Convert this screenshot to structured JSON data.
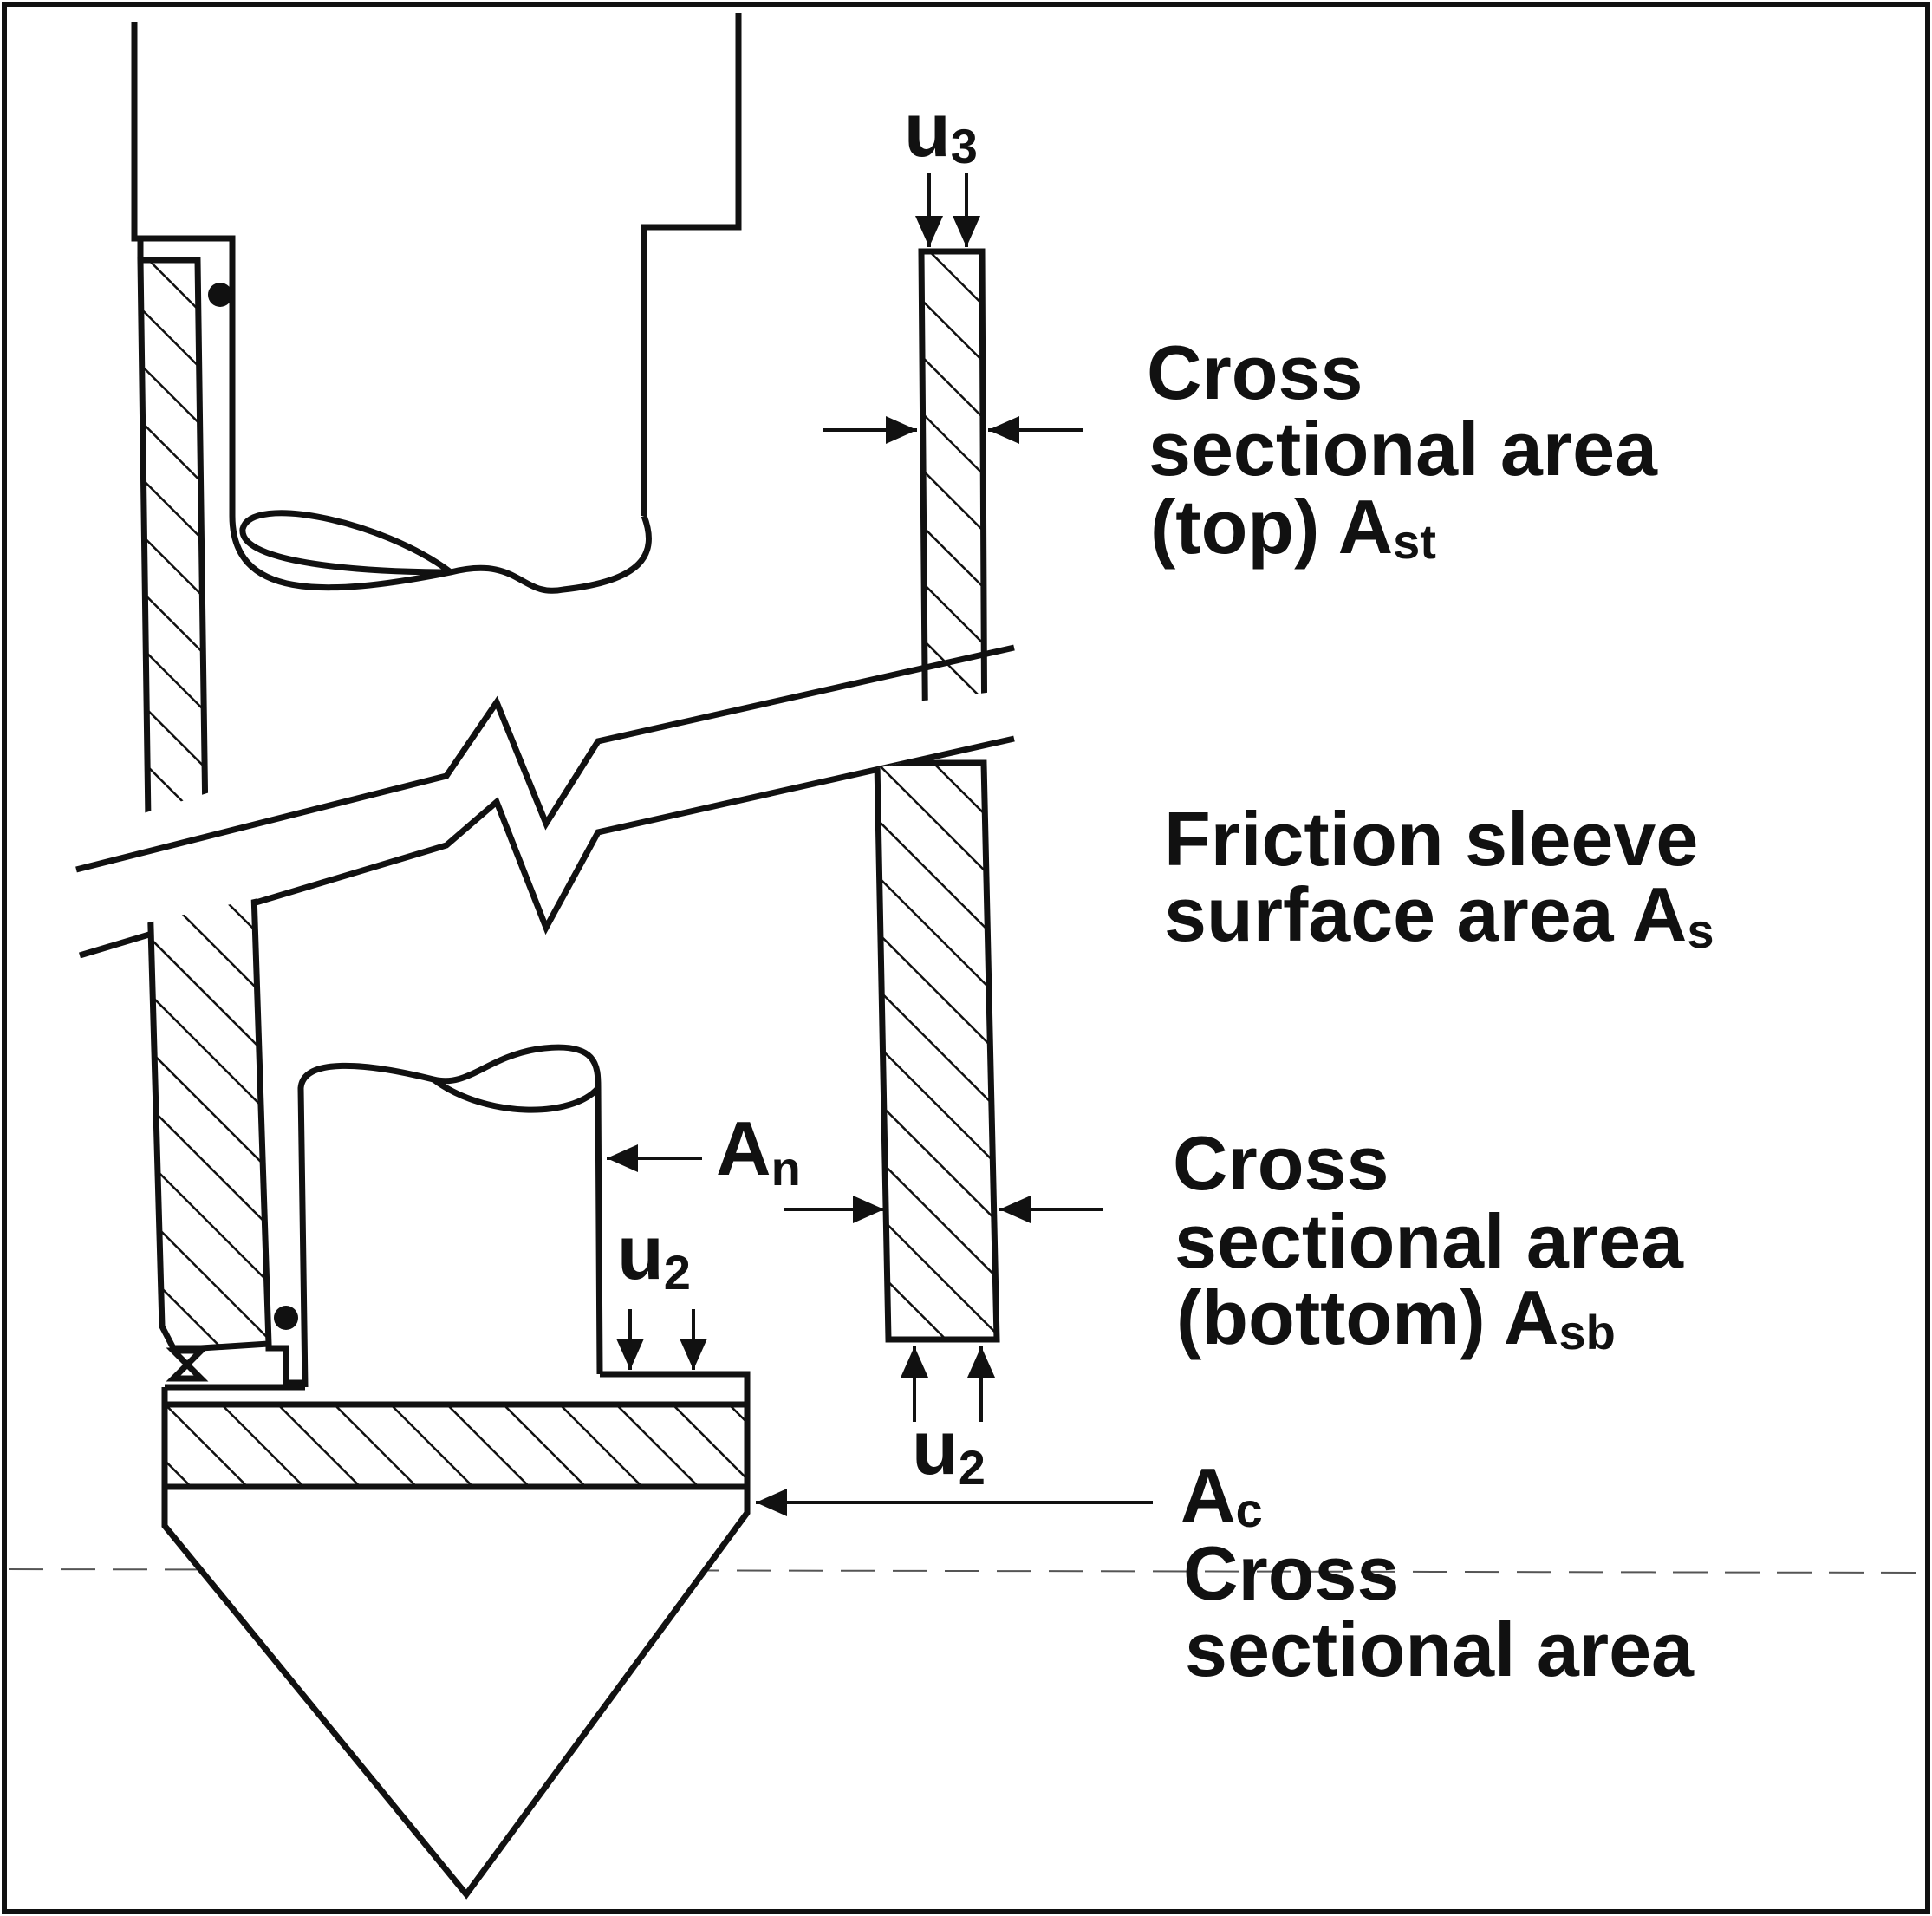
{
  "labels": {
    "u3": {
      "main": "u",
      "sub": "3"
    },
    "cross_top": {
      "line1": "Cross",
      "line2": "sectional area",
      "line3_main": "(top) A",
      "line3_sub": "st"
    },
    "friction": {
      "line1": "Friction sleeve",
      "line2_main": "surface area A",
      "line2_sub": "s"
    },
    "an": {
      "main": "A",
      "sub": "n"
    },
    "u2_left": {
      "main": "u",
      "sub": "2"
    },
    "cross_bottom": {
      "line1": "Cross",
      "line2": "sectional area",
      "line3_main": "(bottom) A",
      "line3_sub": "sb"
    },
    "u2_right": {
      "main": "u",
      "sub": "2"
    },
    "ac": {
      "main": "A",
      "sub": "c",
      "line2": "Cross",
      "line3": "sectional area"
    }
  },
  "colors": {
    "ink": "#111111",
    "background": "#ffffff"
  }
}
